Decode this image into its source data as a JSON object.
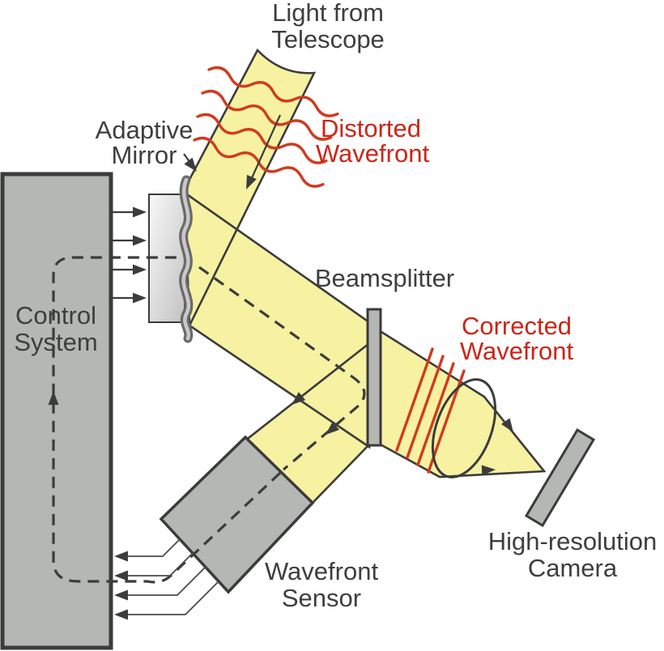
{
  "colors": {
    "background": "#ffffff",
    "beam": "#f6f2a2",
    "beam_outline": "#3c3c3c",
    "box_gray": "#b4b7b4",
    "box_border": "#3b3b3b",
    "mirror_face_light": "#f8f8f8",
    "mirror_face_dark": "#c3c3c3",
    "mirror_wave_dark": "#6a6a6a",
    "mirror_wave_light": "#c9c9c9",
    "red_text": "#cc2517",
    "red_line": "#d23a1e",
    "text_dark": "#3e3e3e",
    "line_dark": "#3c3c3c",
    "thin_line": "#4a4a4a"
  },
  "labels": {
    "telescope_light": {
      "line1": "Light from",
      "line2": "Telescope"
    },
    "adaptive_mirror": {
      "line1": "Adaptive",
      "line2": "Mirror"
    },
    "distorted_wavefront": {
      "line1": "Distorted",
      "line2": "Wavefront"
    },
    "beamsplitter": {
      "line1": "Beamsplitter"
    },
    "corrected_wavefront": {
      "line1": "Corrected",
      "line2": "Wavefront"
    },
    "control_system": {
      "line1": "Control",
      "line2": "System"
    },
    "wavefront_sensor": {
      "line1": "Wavefront",
      "line2": "Sensor"
    },
    "camera": {
      "line1": "High-resolution",
      "line2": "Camera"
    }
  }
}
